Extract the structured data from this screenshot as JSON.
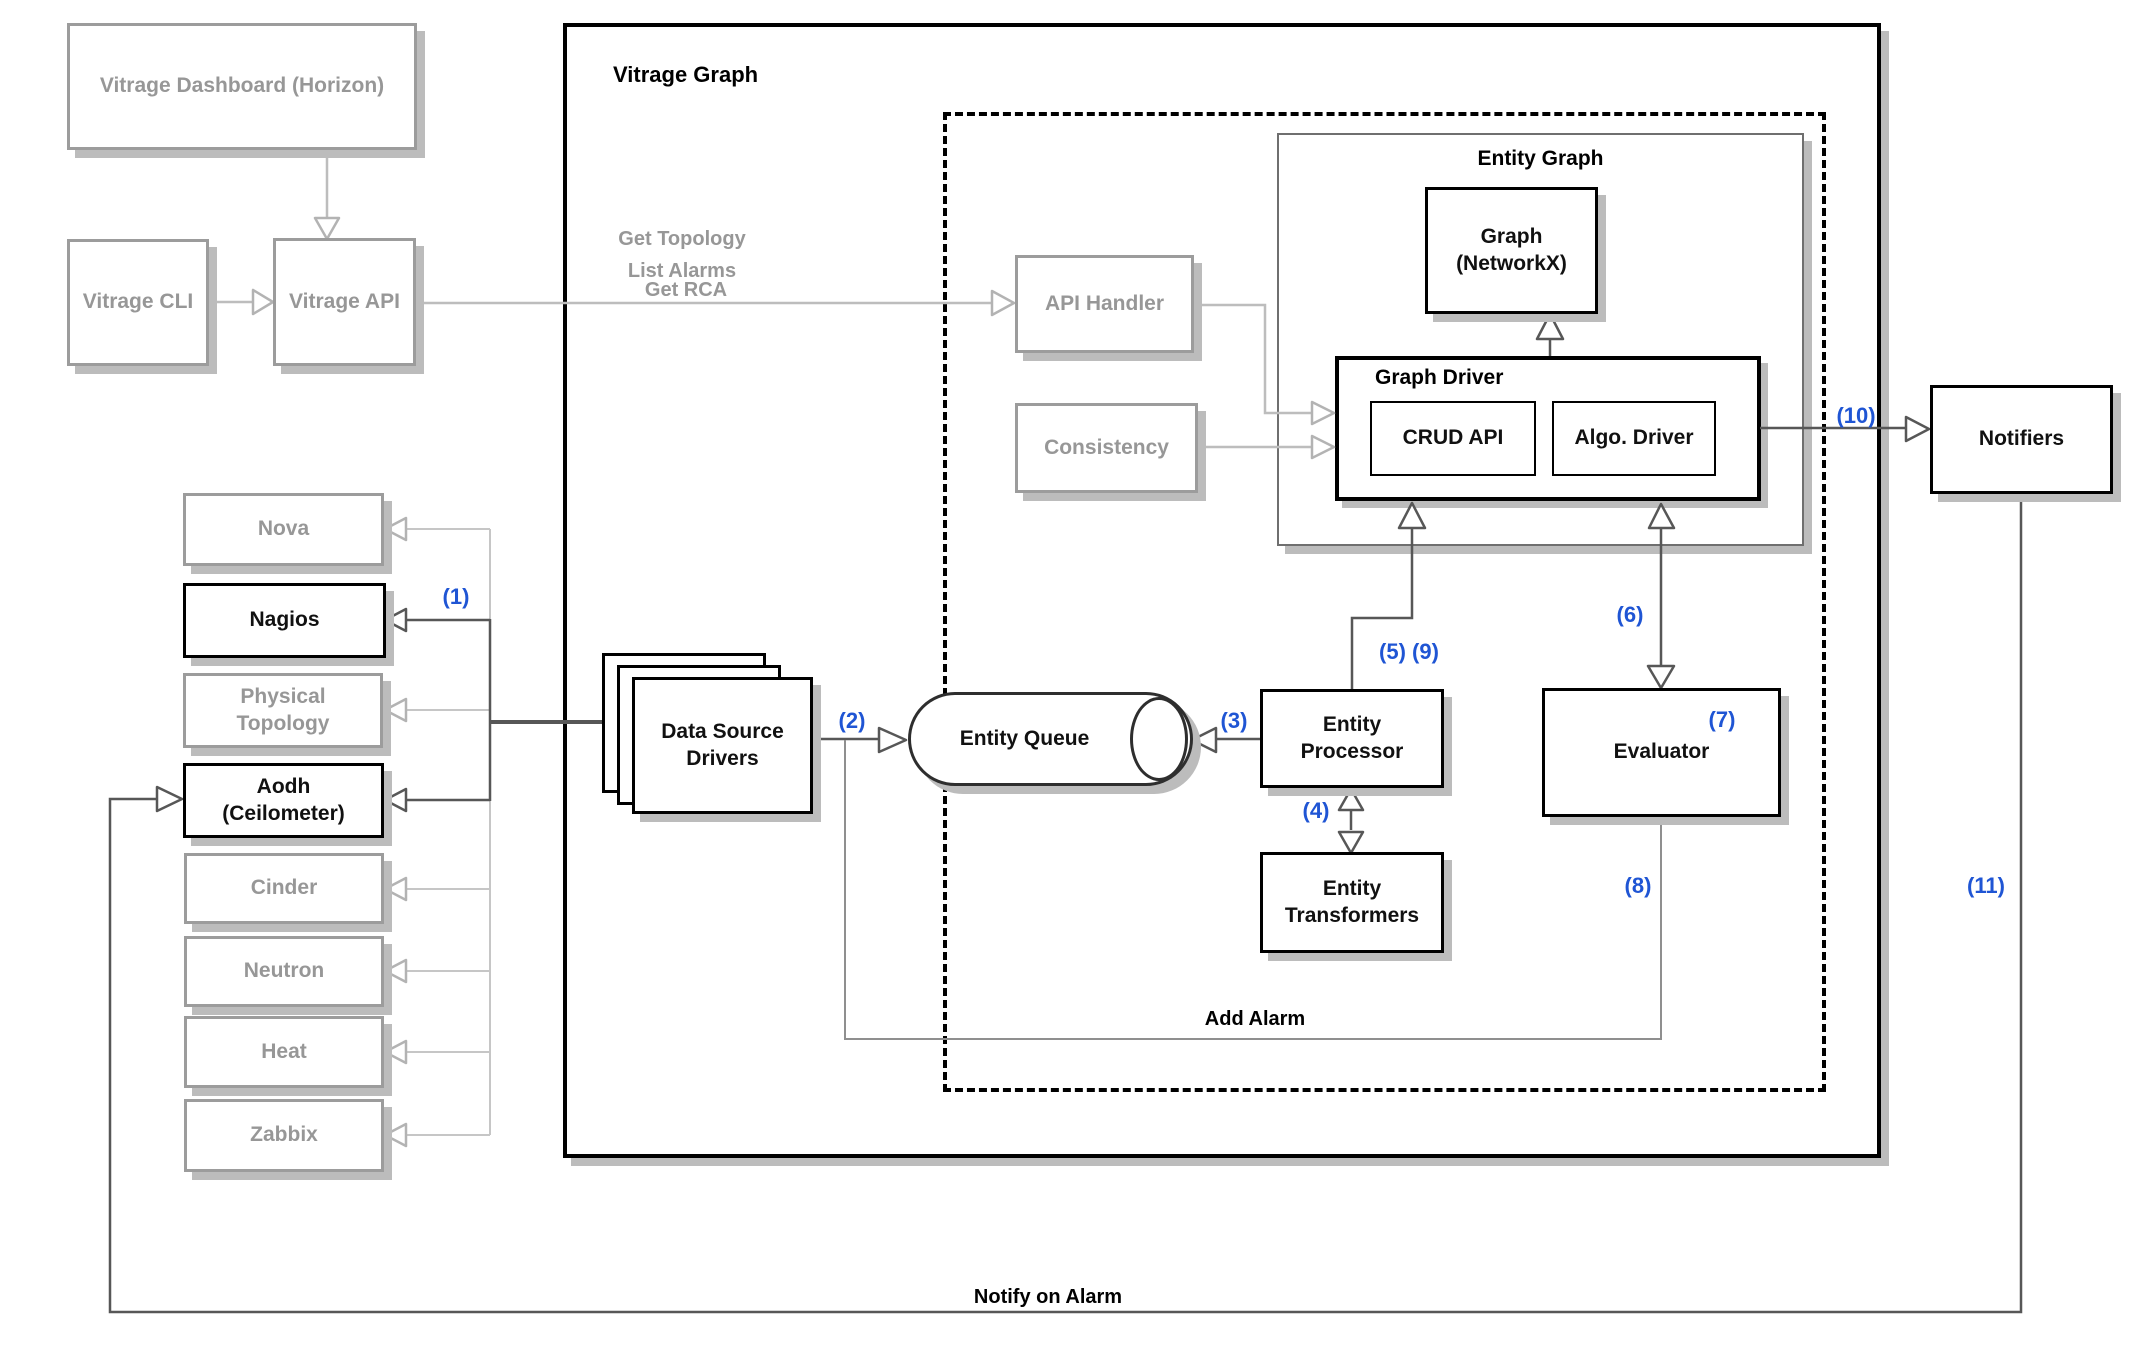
{
  "nodes": {
    "dashboard": "Vitrage Dashboard (Horizon)",
    "cli": "Vitrage CLI",
    "api": "Vitrage API",
    "vitrage_graph": "Vitrage Graph",
    "api_handler": "API Handler",
    "consistency": "Consistency",
    "entity_graph": "Entity Graph",
    "graph_networkx": "Graph (NetworkX)",
    "graph_driver": "Graph Driver",
    "crud_api": "CRUD API",
    "algo_driver": "Algo. Driver",
    "data_source_drivers": "Data Source Drivers",
    "entity_queue": "Entity Queue",
    "entity_processor": "Entity Processor",
    "entity_transformers": "Entity Transformers",
    "evaluator": "Evaluator",
    "notifiers": "Notifiers"
  },
  "datasources": {
    "nova": "Nova",
    "nagios": "Nagios",
    "physical_topology": "Physical Topology",
    "aodh": "Aodh (Ceilometer)",
    "cinder": "Cinder",
    "neutron": "Neutron",
    "heat": "Heat",
    "zabbix": "Zabbix"
  },
  "flow_labels": {
    "get_topology": "Get Topology",
    "list_alarms": "List Alarms",
    "get_rca": "Get RCA",
    "add_alarm": "Add Alarm",
    "notify_on_alarm": "Notify on Alarm"
  },
  "steps": {
    "s1": "(1)",
    "s2": "(2)",
    "s3": "(3)",
    "s4": "(4)",
    "s5_9": "(5) (9)",
    "s6": "(6)",
    "s7": "(7)",
    "s8": "(8)",
    "s10": "(10)",
    "s11": "(11)"
  },
  "colors": {
    "step_blue": "#1F55D4",
    "muted_gray": "#979797",
    "line_light": "#bdbdbd",
    "line_dark": "#575757",
    "shadow_gray": "#bcbcbc"
  }
}
